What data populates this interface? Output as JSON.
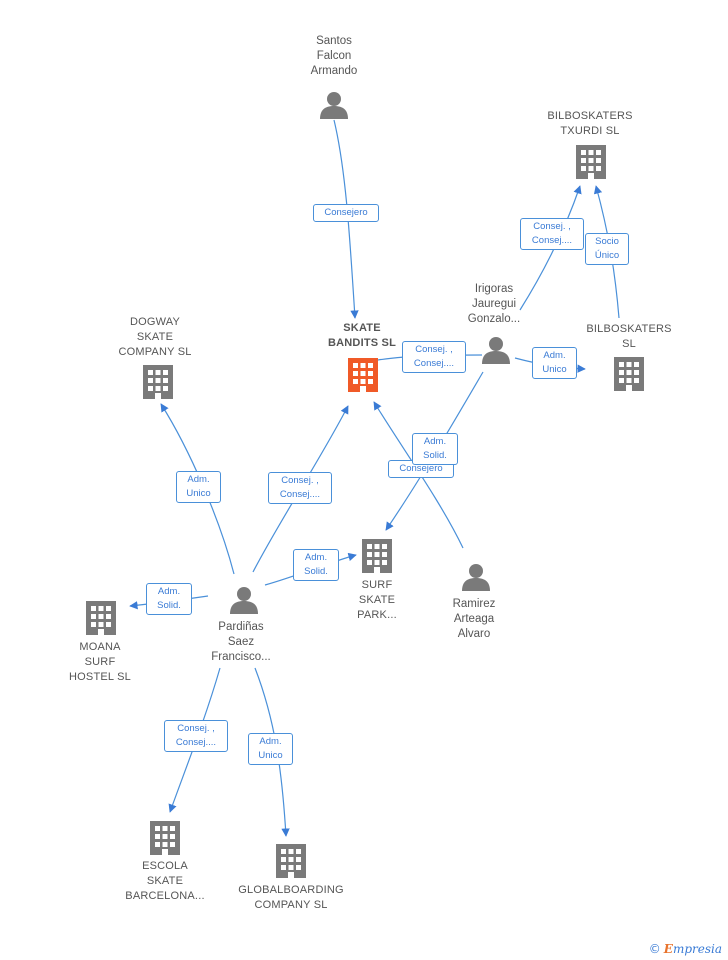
{
  "nodes": {
    "santos": {
      "label": "Santos\nFalcon\nArmando",
      "type": "person"
    },
    "skate_bandits": {
      "label": "SKATE\nBANDITS  SL",
      "type": "company-focus"
    },
    "bilboskaters_txurdi": {
      "label": "BILBOSKATERS\nTXURDI  SL",
      "type": "company"
    },
    "irigoras": {
      "label": "Irigoras\nJauregui\nGonzalo...",
      "type": "person"
    },
    "bilboskaters": {
      "label": "BILBOSKATERS\nSL",
      "type": "company"
    },
    "dogway": {
      "label": "DOGWAY\nSKATE\nCOMPANY SL",
      "type": "company"
    },
    "surf_skate_park": {
      "label": "SURF\nSKATE\nPARK...",
      "type": "company"
    },
    "ramirez": {
      "label": "Ramirez\nArteaga\nAlvaro",
      "type": "person"
    },
    "pardinas": {
      "label": "Pardiñas\nSaez\nFrancisco...",
      "type": "person"
    },
    "moana": {
      "label": "MOANA\nSURF\nHOSTEL SL",
      "type": "company"
    },
    "escola": {
      "label": "ESCOLA\nSKATE\nBARCELONA...",
      "type": "company"
    },
    "globalboarding": {
      "label": "GLOBALBOARDING\nCOMPANY SL",
      "type": "company"
    }
  },
  "edges": [
    {
      "id": "santos-bandits",
      "label": "Consejero"
    },
    {
      "id": "irigoras-txurdi",
      "label": "Consej. ,\nConsej...."
    },
    {
      "id": "bilbo-txurdi",
      "label": "Socio\nÚnico"
    },
    {
      "id": "irigoras-bandits",
      "label": "Consej. ,\nConsej...."
    },
    {
      "id": "irigoras-bilbo",
      "label": "Adm.\nUnico"
    },
    {
      "id": "irigoras-surf",
      "label": "Adm.\nSolid."
    },
    {
      "id": "ramirez-bandits",
      "label": "Consejero"
    },
    {
      "id": "pardinas-dogway",
      "label": "Adm.\nUnico"
    },
    {
      "id": "pardinas-bandits",
      "label": "Consej. ,\nConsej...."
    },
    {
      "id": "pardinas-surf",
      "label": "Adm.\nSolid."
    },
    {
      "id": "pardinas-moana",
      "label": "Adm.\nSolid."
    },
    {
      "id": "pardinas-escola",
      "label": "Consej. ,\nConsej...."
    },
    {
      "id": "pardinas-global",
      "label": "Adm.\nUnico"
    }
  ],
  "brand": {
    "copyright": "©",
    "initial": "E",
    "rest": "mpresia"
  },
  "colors": {
    "edge": "#4a90d9",
    "icon": "#7a7a7a",
    "focus": "#f05a28"
  }
}
